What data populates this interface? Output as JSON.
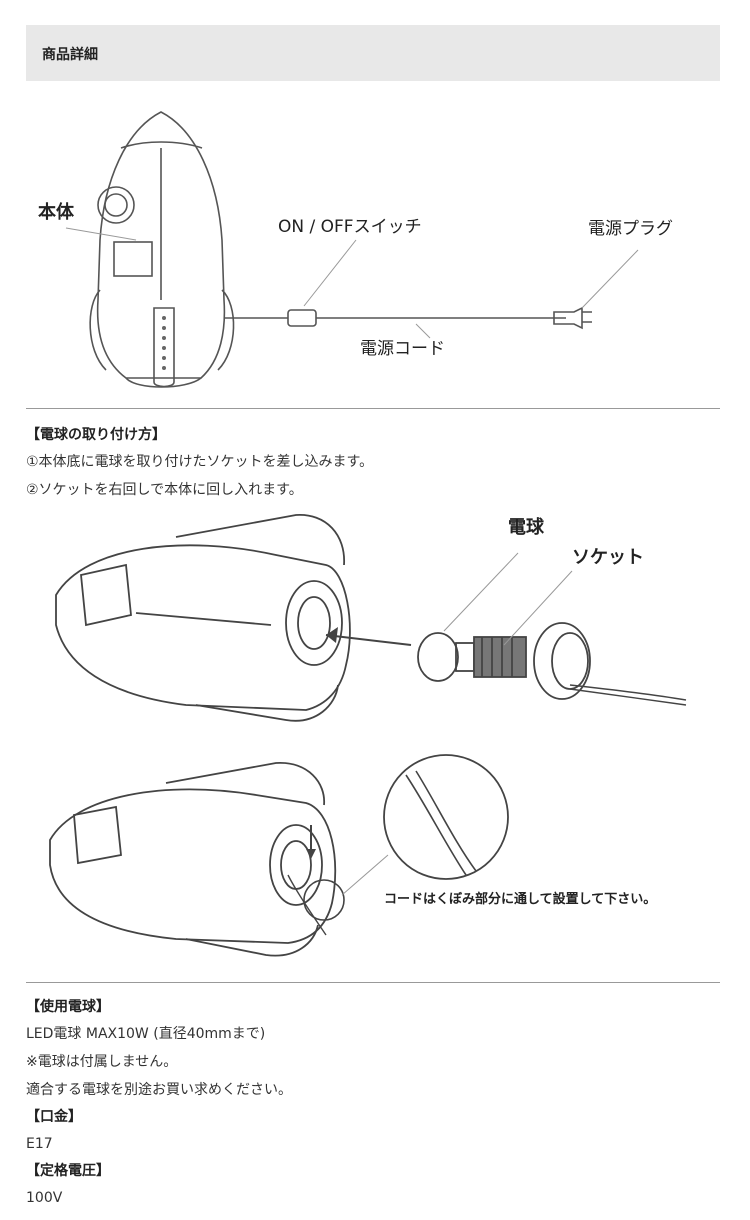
{
  "header": {
    "title": "商品詳細"
  },
  "diagram1": {
    "labels": {
      "body": "本体",
      "switch": "ON / OFFスイッチ",
      "plug": "電源プラグ",
      "cord": "電源コード"
    }
  },
  "install": {
    "heading": "【電球の取り付け方】",
    "step1": "①本体底に電球を取り付けたソケットを差し込みます。",
    "step2": "②ソケットを右回しで本体に回し入れます。"
  },
  "diagram2": {
    "labels": {
      "bulb": "電球",
      "socket": "ソケット"
    }
  },
  "diagram3": {
    "labels": {
      "note": "コードはくぼみ部分に通して設置して下さい。"
    }
  },
  "specs": {
    "bulb_heading": "【使用電球】",
    "bulb_value": "LED電球 MAX10W (直径40mmまで)",
    "bulb_note1": "※電球は付属しません。",
    "bulb_note2": "適合する電球を別途お買い求めください。",
    "base_heading": "【口金】",
    "base_value": "E17",
    "voltage_heading": "【定格電圧】",
    "voltage_value": "100V"
  }
}
